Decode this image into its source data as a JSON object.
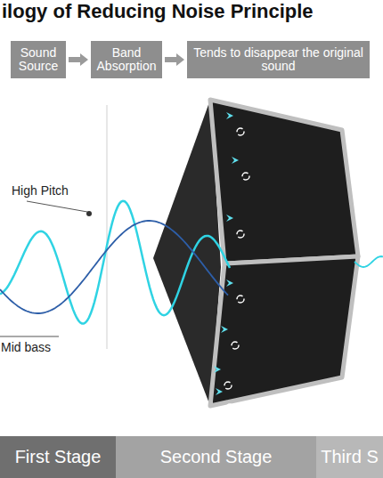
{
  "diagram": {
    "title": "ilogy of Reducing Noise Principle",
    "nodes": [
      {
        "text": [
          "Sound Source"
        ]
      },
      {
        "text": [
          "Band Absorption"
        ]
      },
      {
        "text": [
          "Tends to disappear the original sound"
        ]
      },
      {
        "text": [
          "First Stage"
        ]
      },
      {
        "text": [
          "Second Stage"
        ]
      },
      {
        "text": [
          "Third S"
        ]
      }
    ],
    "edges": [
      {
        "from": 0,
        "to": 1,
        "arrow": "to"
      },
      {
        "from": 1,
        "to": 2,
        "arrow": "to"
      }
    ],
    "labels": [
      "High Pitch",
      "Mid bass"
    ]
  }
}
